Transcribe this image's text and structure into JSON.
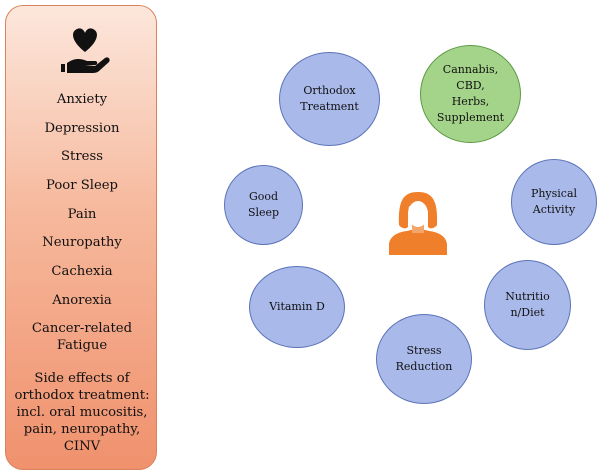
{
  "sidebar": {
    "icon": "heart-in-hand-icon",
    "items": [
      "Anxiety",
      "Depression",
      "Stress",
      "Poor Sleep",
      "Pain",
      "Neuropathy",
      "Cachexia",
      "Anorexia",
      "Cancer-related\nFatigue",
      "Side effects of\northodox treatment:\nincl. oral mucositis,\npain, neuropathy,\nCINV"
    ]
  },
  "center": {
    "icon": "woman-avatar-icon"
  },
  "nodes": [
    {
      "label": "Orthodox\nTreatment",
      "color": "#a9b9ea"
    },
    {
      "label": "Cannabis,\nCBD,\nHerbs,\nSupplement",
      "color": "#a4d48a"
    },
    {
      "label": "Good\nSleep",
      "color": "#a9b9ea"
    },
    {
      "label": "Physical\nActivity",
      "color": "#a9b9ea"
    },
    {
      "label": "Vitamin D",
      "color": "#a9b9ea"
    },
    {
      "label": "Nutritio\nn/Diet",
      "color": "#a9b9ea"
    },
    {
      "label": "Stress\nReduction",
      "color": "#a9b9ea"
    }
  ],
  "colors": {
    "sidebar_top": "#fce7dc",
    "sidebar_bottom": "#f0916d",
    "node_blue": "#a9b9ea",
    "node_green": "#a4d48a",
    "avatar_orange": "#f07f2c"
  }
}
